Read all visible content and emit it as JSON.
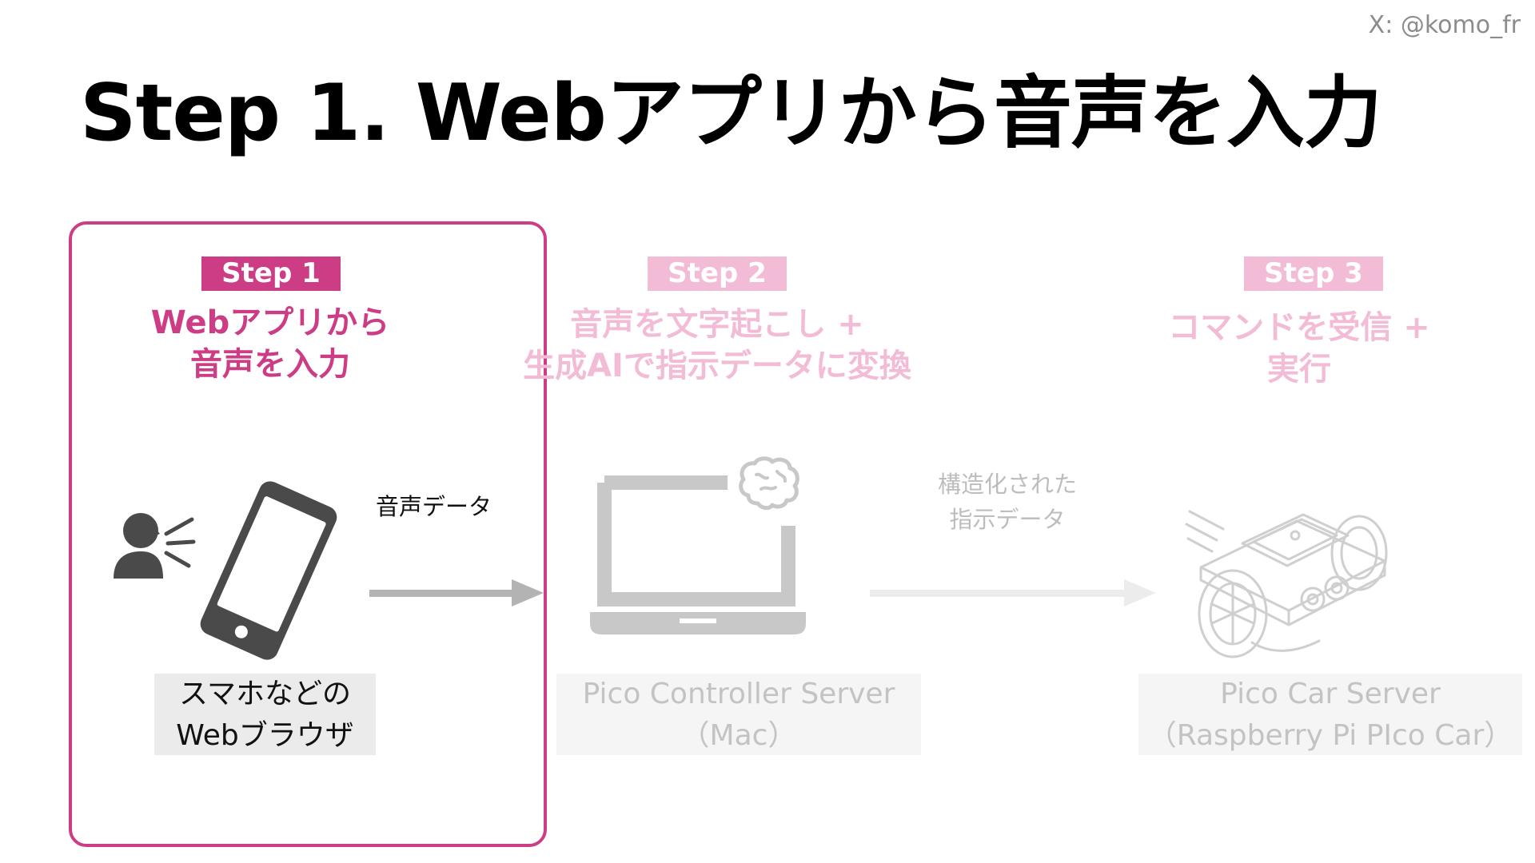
{
  "credit": "X: @komo_fr",
  "title": "Step 1. Webアプリから音声を入力",
  "steps": [
    {
      "badge": "Step 1",
      "desc_line1": "Webアプリから",
      "desc_line2": "音声を入力",
      "state": "active"
    },
    {
      "badge": "Step 2",
      "desc_line1": "音声を文字起こし +",
      "desc_line2": "生成AIで指示データに変換",
      "state": "faded"
    },
    {
      "badge": "Step 3",
      "desc_line1": "コマンドを受信 +",
      "desc_line2": "実行",
      "state": "faded"
    }
  ],
  "nodes": {
    "browser": {
      "line1": "スマホなどの",
      "line2": "Webブラウザ"
    },
    "controller": {
      "line1": "Pico Controller Server",
      "line2": "（Mac）"
    },
    "car": {
      "line1": "Pico Car Server",
      "line2": "（Raspberry Pi PIco Car）"
    }
  },
  "arrows": {
    "voice_data": "音声データ",
    "structured_line1": "構造化された",
    "structured_line2": "指示データ"
  },
  "colors": {
    "accent": "#cc3d85",
    "accent_faded": "#f3bcd6",
    "icon_dark": "#4a4a4a",
    "icon_faded": "#c8c8c8",
    "label_bg": "#ebebeb",
    "label_bg_faded": "#f5f5f5"
  }
}
